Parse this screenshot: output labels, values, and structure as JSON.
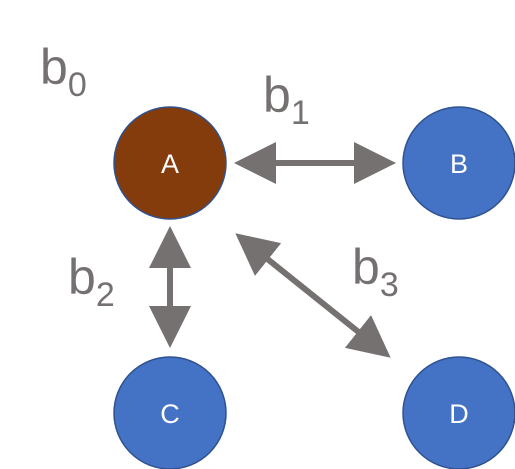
{
  "colors": {
    "node_primary": "#843C0C",
    "node_default": "#4472C4",
    "node_stroke": "#2F528F",
    "arrow": "#767171",
    "label": "#767171"
  },
  "nodes": [
    {
      "id": "A",
      "label": "A",
      "role": "primary"
    },
    {
      "id": "B",
      "label": "B",
      "role": "default"
    },
    {
      "id": "C",
      "label": "C",
      "role": "default"
    },
    {
      "id": "D",
      "label": "D",
      "role": "default"
    }
  ],
  "edges": [
    {
      "from": "A",
      "to": "B",
      "direction": "bidirectional"
    },
    {
      "from": "A",
      "to": "C",
      "direction": "bidirectional"
    },
    {
      "from": "A",
      "to": "D",
      "direction": "bidirectional"
    }
  ],
  "labels": [
    {
      "base": "b",
      "sub": "0"
    },
    {
      "base": "b",
      "sub": "1"
    },
    {
      "base": "b",
      "sub": "2"
    },
    {
      "base": "b",
      "sub": "3"
    }
  ]
}
